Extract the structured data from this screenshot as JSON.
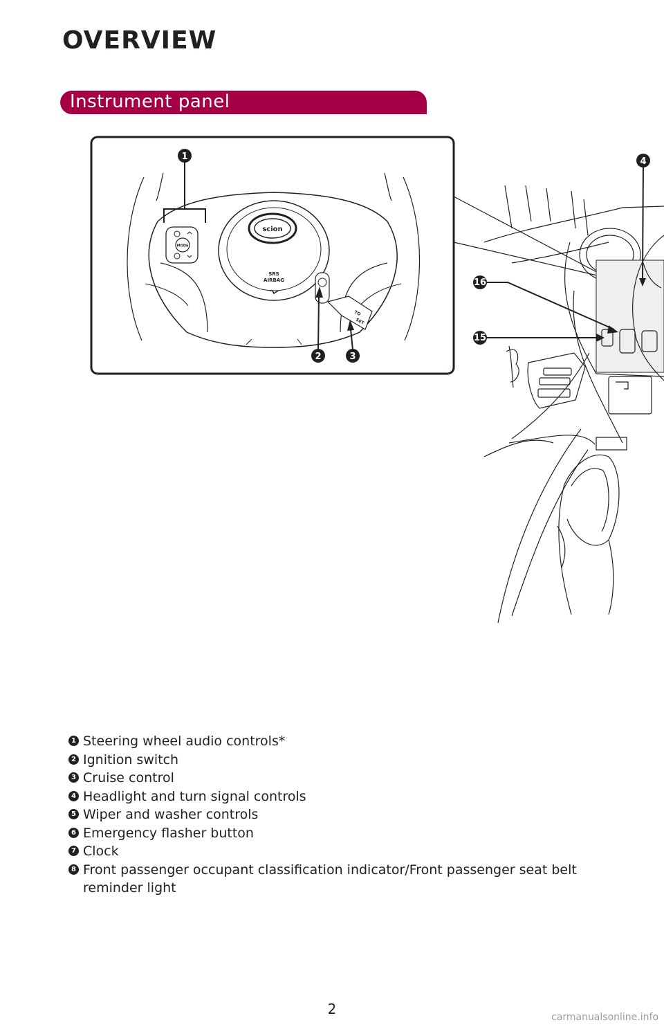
{
  "header": {
    "title": "OVERVIEW"
  },
  "section": {
    "label": "Instrument panel"
  },
  "illustration": {
    "callouts": [
      "1",
      "2",
      "3",
      "4",
      "16",
      "15"
    ],
    "wheel_text": {
      "srs": "SRS",
      "airbag": "AIRBAG",
      "mode": "MODE",
      "to": "TO",
      "set": "SET"
    }
  },
  "legend": [
    {
      "num": "1",
      "text": "Steering wheel audio controls*"
    },
    {
      "num": "2",
      "text": "Ignition switch"
    },
    {
      "num": "3",
      "text": "Cruise control"
    },
    {
      "num": "4",
      "text": "Headlight and turn signal controls"
    },
    {
      "num": "5",
      "text": "Wiper and washer controls"
    },
    {
      "num": "6",
      "text": "Emergency flasher button"
    },
    {
      "num": "7",
      "text": "Clock"
    },
    {
      "num": "8",
      "text": "Front passenger occupant classification indicator/Front passenger seat belt reminder light"
    }
  ],
  "footer": {
    "page_number": "2",
    "watermark": "carmanualsonline.info"
  },
  "colors": {
    "accent": "#a50046",
    "text": "#231f20"
  }
}
